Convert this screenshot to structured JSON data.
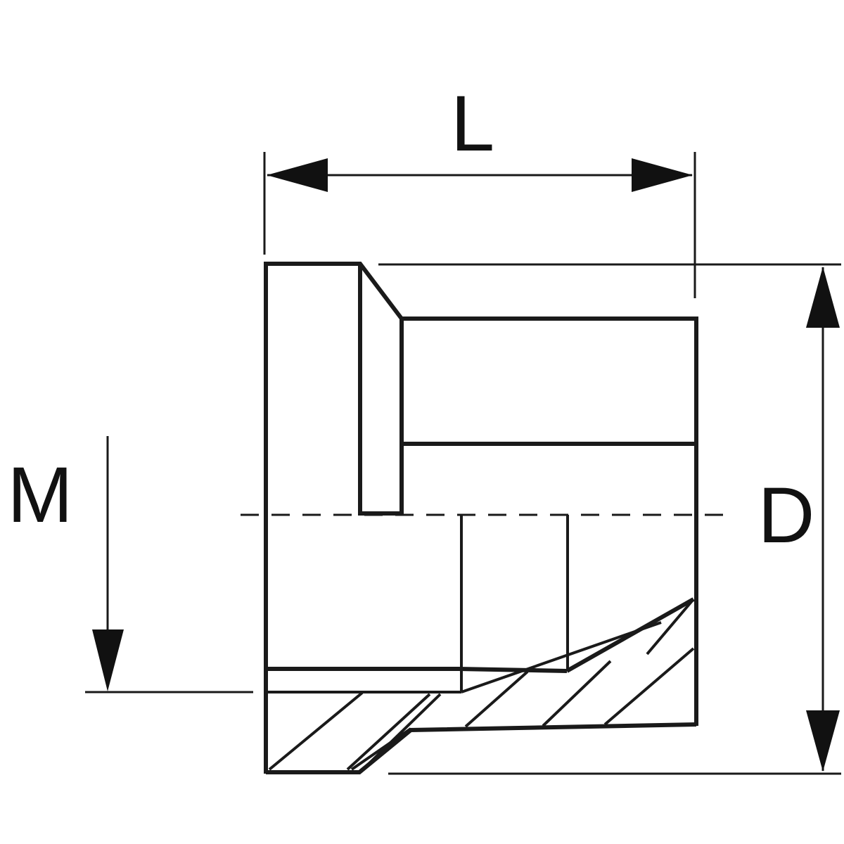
{
  "drawing": {
    "dimensions": {
      "length_label": "L",
      "diameter_label": "D",
      "thread_label": "M"
    },
    "colors": {
      "line": "#1a1a1a",
      "background": "#ffffff"
    }
  }
}
